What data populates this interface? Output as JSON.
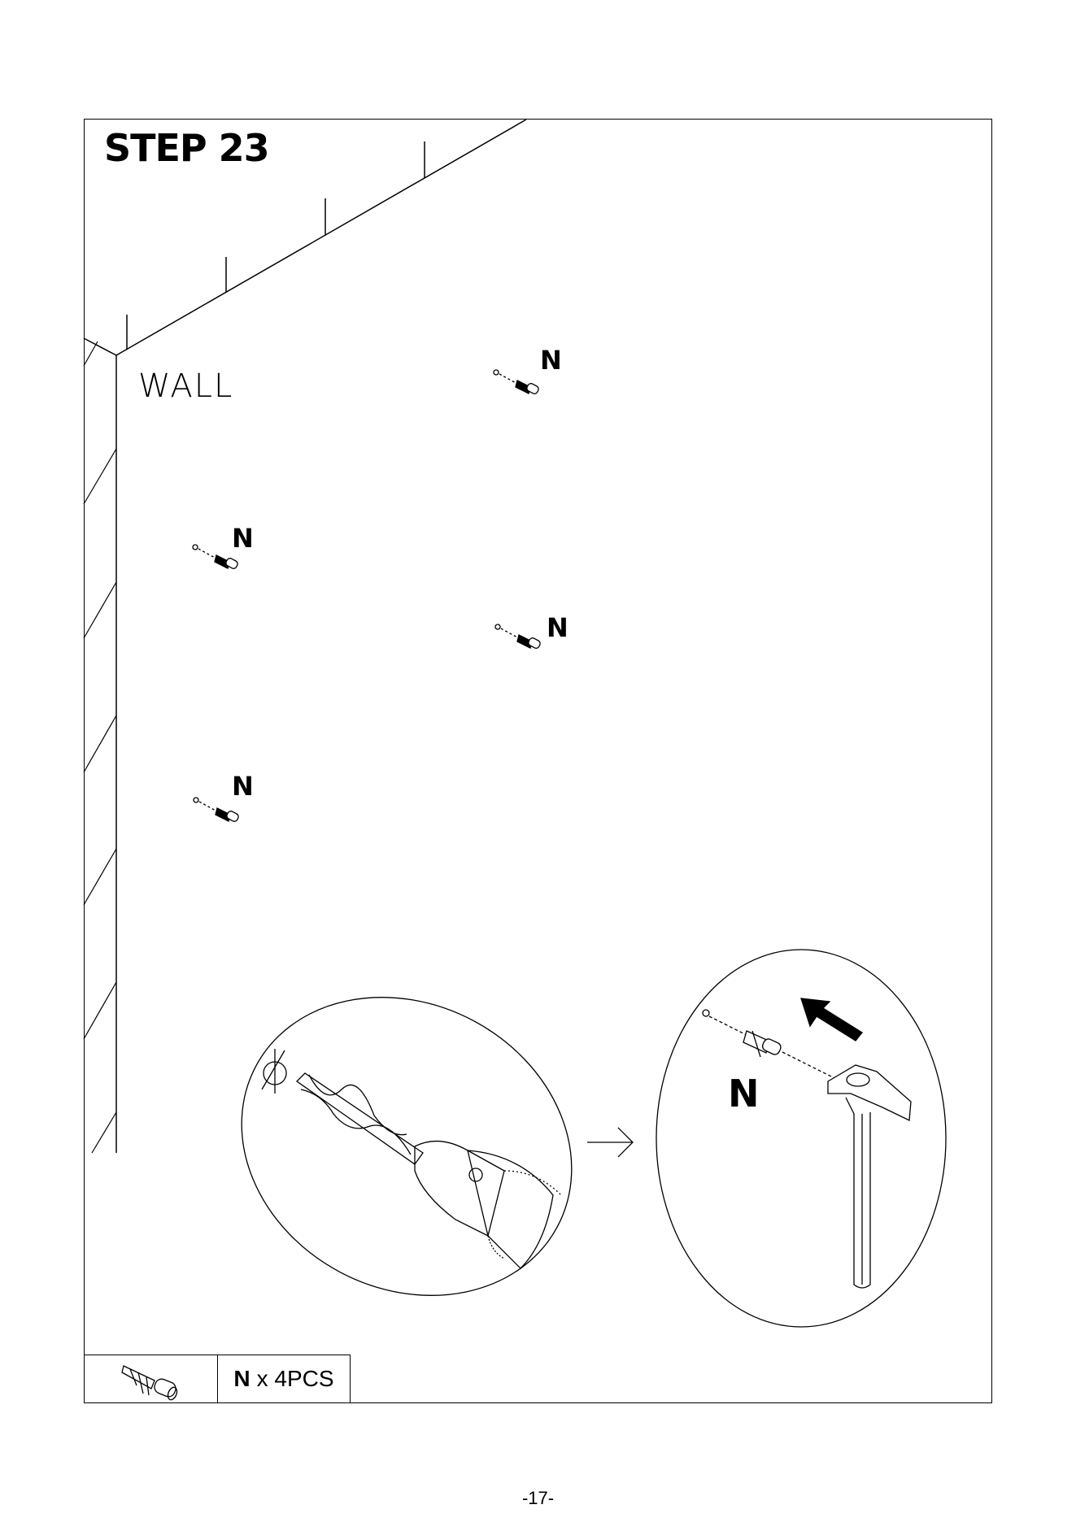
{
  "step": {
    "title": "STEP 23"
  },
  "wall": {
    "label": "WALL"
  },
  "anchors": [
    {
      "part_label": "N"
    },
    {
      "part_label": "N"
    },
    {
      "part_label": "N"
    },
    {
      "part_label": "N"
    }
  ],
  "detail": {
    "part_label": "N"
  },
  "parts_list": {
    "part_label": "N",
    "quantity_text": "x 4PCS"
  },
  "footer": {
    "page_number": "-17-"
  },
  "icons": [
    "wall-anchor-icon",
    "drill-icon",
    "hammer-icon",
    "arrow-right-icon",
    "arrow-push-icon"
  ]
}
